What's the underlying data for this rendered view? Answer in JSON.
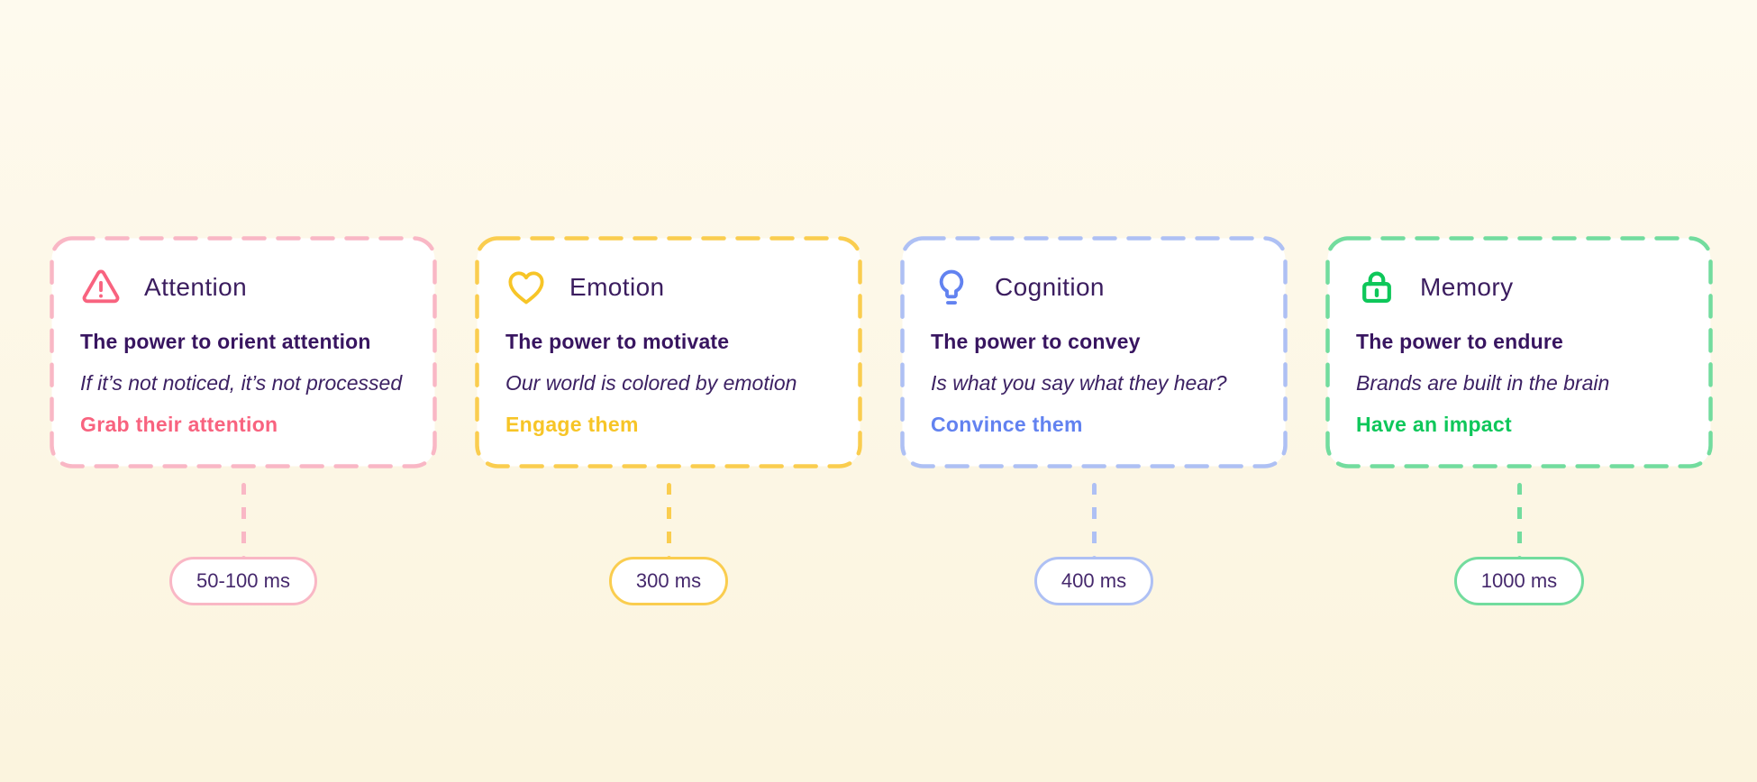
{
  "palette": {
    "background_top": "#FEFAEE",
    "background_bottom": "#FBF4DE",
    "card_background": "#FFFFFF",
    "title_color": "#3B1D5F",
    "statement_color": "#381560",
    "detail_color": "#3C2163",
    "pill_text_color": "#45286C"
  },
  "cards": [
    {
      "title": "Attention",
      "icon": "warning-triangle-icon",
      "statement": "The power to orient attention",
      "detail": "If it’s not noticed, it’s not processed",
      "cta": "Grab their attention",
      "timing": "50-100 ms",
      "accent_color": "#F8637F",
      "border_color": "#F9B7C5"
    },
    {
      "title": "Emotion",
      "icon": "heart-icon",
      "statement": "The power to motivate",
      "detail": "Our world is colored by emotion",
      "cta": "Engage them",
      "timing": "300 ms",
      "accent_color": "#F7C527",
      "border_color": "#FACD4F"
    },
    {
      "title": "Cognition",
      "icon": "lightbulb-icon",
      "statement": "The power to convey",
      "detail": "Is what you say what they hear?",
      "cta": "Convince them",
      "timing": "400 ms",
      "accent_color": "#6282F0",
      "border_color": "#AEC0F4"
    },
    {
      "title": "Memory",
      "icon": "lock-icon",
      "statement": "The power to endure",
      "detail": "Brands are built in the brain",
      "cta": "Have an impact",
      "timing": "1000 ms",
      "accent_color": "#0EC75A",
      "border_color": "#72DC9E"
    }
  ]
}
